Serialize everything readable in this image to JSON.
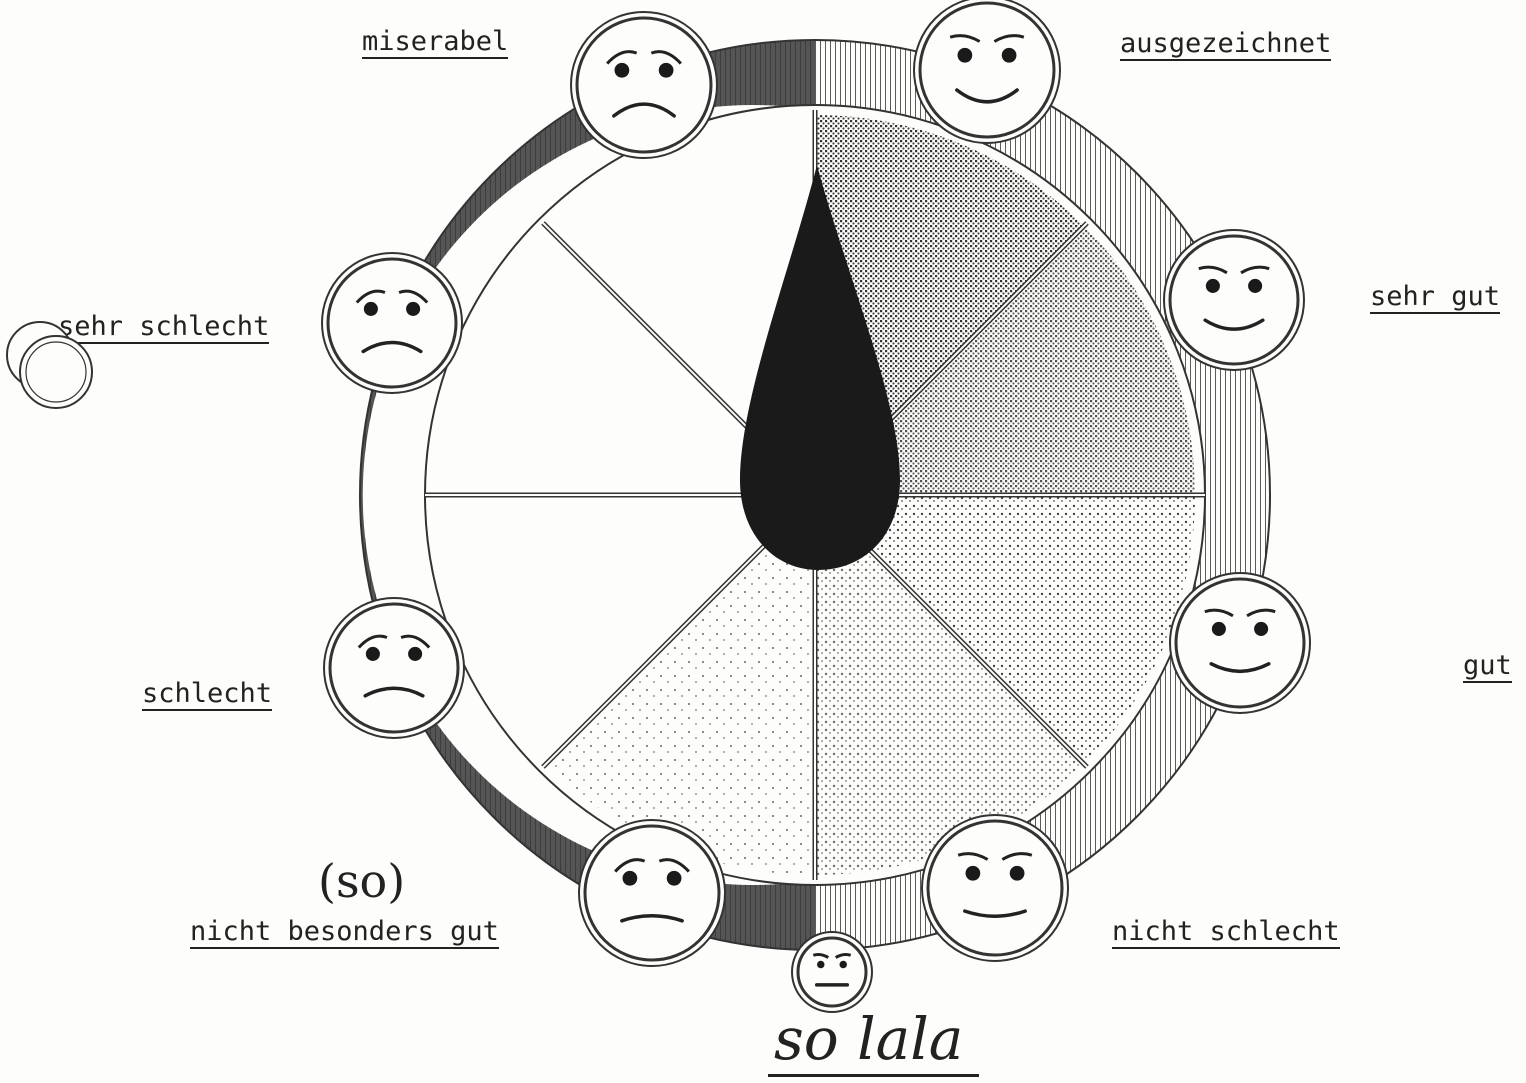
{
  "scale_labels": {
    "miserabel": "miserabel",
    "ausgezeichnet": "ausgezeichnet",
    "sehr_schlecht": "sehr schlecht",
    "sehr_gut": "sehr gut",
    "schlecht": "schlecht",
    "gut": "gut",
    "nicht_besonders_gut": "nicht besonders gut",
    "nicht_schlecht": "nicht schlecht"
  },
  "handwritten": {
    "so_paren": "(so)",
    "so_lala": "so lala"
  },
  "faces": [
    {
      "id": "miserabel",
      "icon": "very-sad-face-icon"
    },
    {
      "id": "ausgezeichnet",
      "icon": "very-happy-face-icon"
    },
    {
      "id": "sehr-schlecht",
      "icon": "sad-face-icon"
    },
    {
      "id": "sehr-gut",
      "icon": "happy-face-icon"
    },
    {
      "id": "schlecht",
      "icon": "frowning-face-icon"
    },
    {
      "id": "gut",
      "icon": "smiling-face-icon"
    },
    {
      "id": "nicht-besonders-gut",
      "icon": "slightly-sad-face-icon"
    },
    {
      "id": "nicht-schlecht",
      "icon": "slightly-happy-face-icon"
    },
    {
      "id": "so-lala",
      "icon": "neutral-face-icon"
    }
  ],
  "colors": {
    "ink": "#222222",
    "paper": "#fdfdfb",
    "pointer": "#1a1a1a"
  }
}
